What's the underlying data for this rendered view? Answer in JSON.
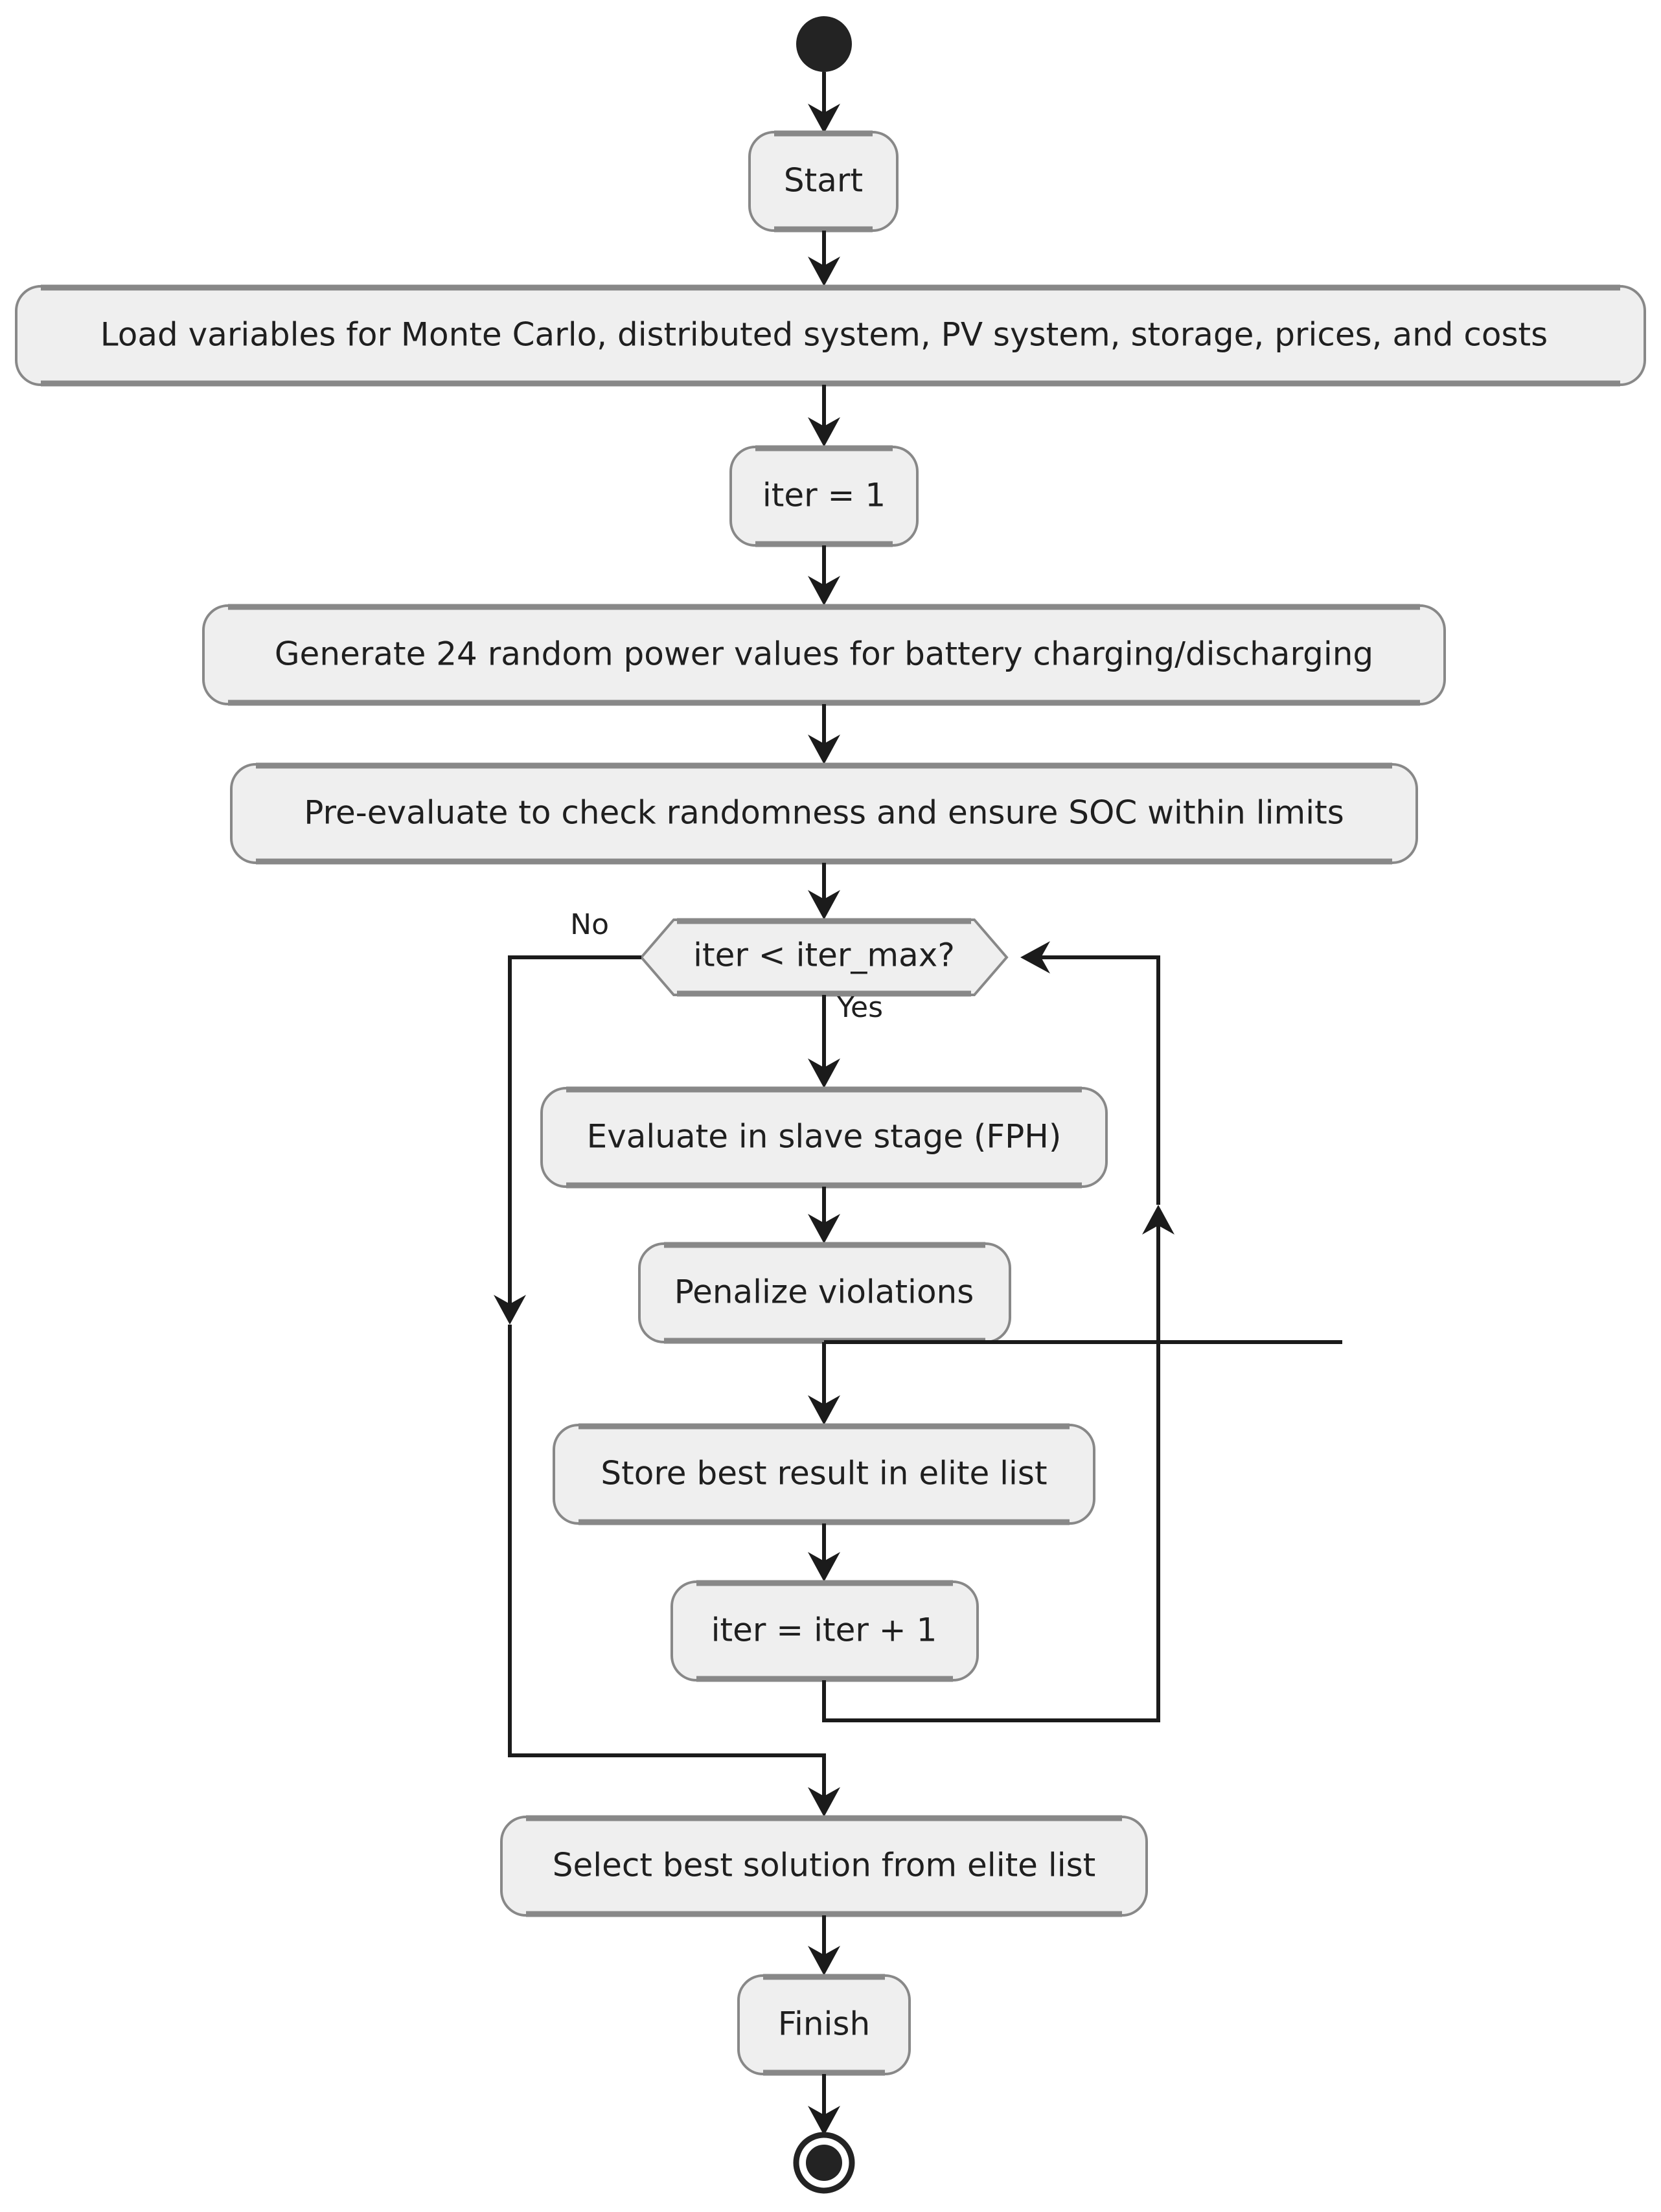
{
  "diagram": {
    "type": "activity-flowchart",
    "title": "",
    "nodes": {
      "initial": {
        "name": "initial-node",
        "shape": "filled-circle"
      },
      "start": {
        "label": "Start",
        "shape": "rounded-rectangle"
      },
      "load": {
        "label": "Load variables for Monte Carlo, distributed system, PV system, storage, prices, and costs",
        "shape": "rounded-rectangle"
      },
      "iter_init": {
        "label": "iter = 1",
        "shape": "rounded-rectangle"
      },
      "generate": {
        "label": "Generate 24 random power values for battery charging/discharging",
        "shape": "rounded-rectangle"
      },
      "preeval": {
        "label": "Pre-evaluate to check randomness and ensure SOC within limits",
        "shape": "rounded-rectangle"
      },
      "decision": {
        "label": "iter < iter_max?",
        "shape": "hexagon"
      },
      "evaluate": {
        "label": "Evaluate in slave stage (FPH)",
        "shape": "rounded-rectangle"
      },
      "penalize": {
        "label": "Penalize violations",
        "shape": "rounded-rectangle"
      },
      "store": {
        "label": "Store best result in elite list",
        "shape": "rounded-rectangle"
      },
      "iter_inc": {
        "label": "iter = iter + 1",
        "shape": "rounded-rectangle"
      },
      "select": {
        "label": "Select best solution from elite list",
        "shape": "rounded-rectangle"
      },
      "finish": {
        "label": "Finish",
        "shape": "rounded-rectangle"
      },
      "final": {
        "name": "final-node",
        "shape": "ringed-filled-circle"
      }
    },
    "branch_labels": {
      "no": "No",
      "yes": "Yes"
    },
    "colors": {
      "node_fill": "#EFEFEF",
      "node_stroke": "#888888",
      "edge_stroke": "#1b1b1b",
      "text": "#1f1f1f",
      "background": "#ffffff"
    }
  }
}
